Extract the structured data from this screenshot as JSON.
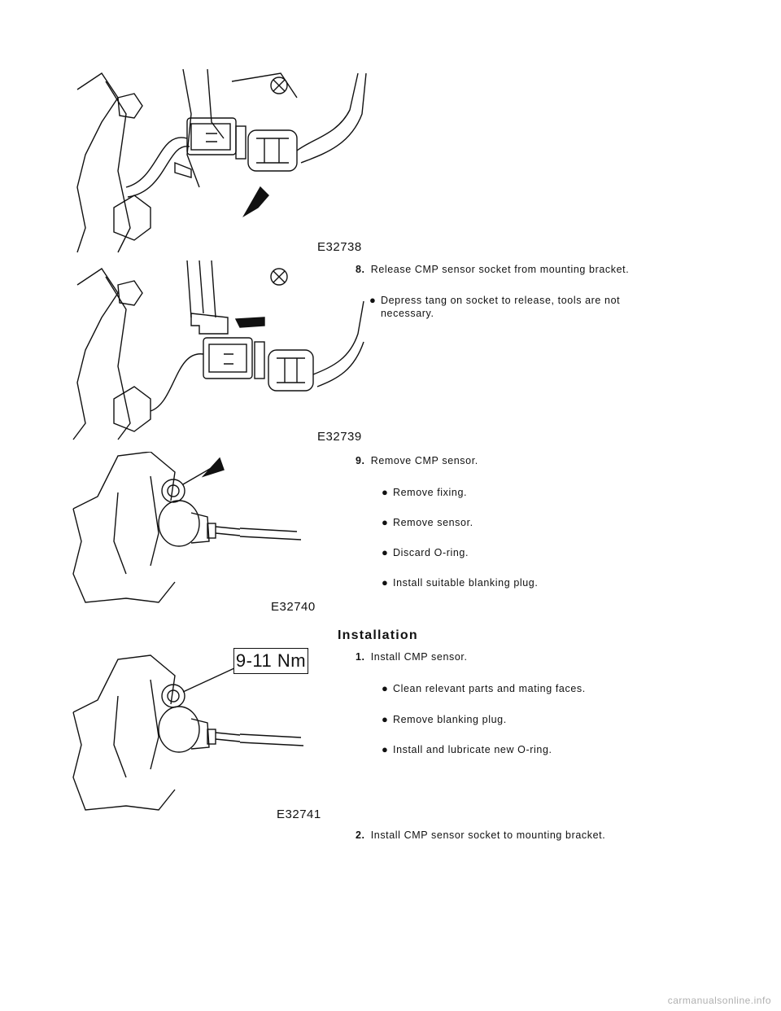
{
  "figures": [
    {
      "code": "E32738"
    },
    {
      "code": "E32739"
    },
    {
      "code": "E32740"
    },
    {
      "code": "E32741",
      "torque_label": "9-11 Nm"
    }
  ],
  "removal_steps": [
    {
      "number": "8.",
      "text": "Release CMP sensor socket from mounting bracket.",
      "bullets": [
        "Depress tang on socket to release, tools are not necessary."
      ]
    },
    {
      "number": "9.",
      "text": "Remove CMP sensor.",
      "bullets": [
        "Remove fixing.",
        "Remove sensor.",
        "Discard O-ring.",
        "Install suitable blanking plug."
      ]
    }
  ],
  "installation": {
    "heading": "Installation",
    "steps": [
      {
        "number": "1.",
        "text": "Install CMP sensor.",
        "bullets": [
          "Clean relevant parts and mating faces.",
          "Remove blanking plug.",
          "Install and lubricate new O-ring."
        ]
      },
      {
        "number": "2.",
        "text": "Install CMP sensor socket to mounting bracket.",
        "bullets": []
      }
    ]
  },
  "watermark": "carmanualsonline.info"
}
